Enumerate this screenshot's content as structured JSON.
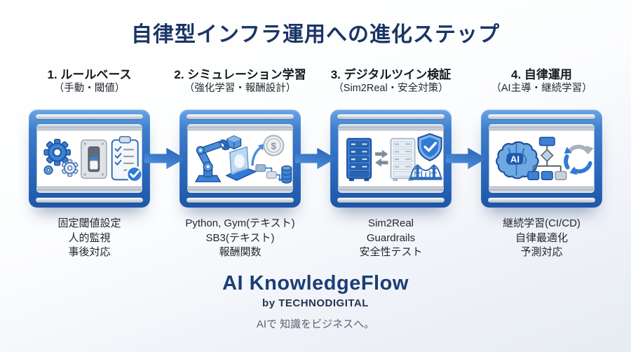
{
  "title": "自律型インフラ運用への進化ステップ",
  "steps": [
    {
      "title": "1. ルールベース",
      "subtitle": "（手動・閾値）",
      "icon": "gears-switch-checklist-icon",
      "notes": [
        "固定閾値設定",
        "人的監視",
        "事後対応"
      ]
    },
    {
      "title": "2. シミュレーション学習",
      "subtitle": "（強化学習・報酬設計）",
      "icon": "robot-arm-reward-icon",
      "coin_symbol": "$",
      "notes": [
        "Python, Gym(テキスト)",
        "SB3(テキスト)",
        "報酬関数"
      ]
    },
    {
      "title": "3. デジタルツイン検証",
      "subtitle": "（Sim2Real・安全対策）",
      "icon": "servers-shield-bridge-icon",
      "notes": [
        "Sim2Real",
        "Guardrails",
        "安全性テスト"
      ]
    },
    {
      "title": "4. 自律運用",
      "subtitle": "（AI主導・継続学習）",
      "icon": "brain-flowchart-cycle-icon",
      "brain_label": "AI",
      "notes": [
        "継続学習(CI/CD)",
        "自律最適化",
        "予測対応"
      ]
    }
  ],
  "footer": {
    "brand": "AI KnowledgeFlow",
    "byline": "by TECHNODIGITAL",
    "tagline": "AIで 知識をビジネスへ。"
  },
  "colors": {
    "title_navy": "#1a3566",
    "card_blue_top": "#6aa6e8",
    "card_blue_bottom": "#1d57a9",
    "arrow_blue": "#3f7ecd",
    "icon_blue": "#3b82d2",
    "icon_stroke": "#1c4f9c",
    "silver": "#b0bac5",
    "brand_navy": "#1c3e76",
    "tagline_gray": "#596270"
  }
}
